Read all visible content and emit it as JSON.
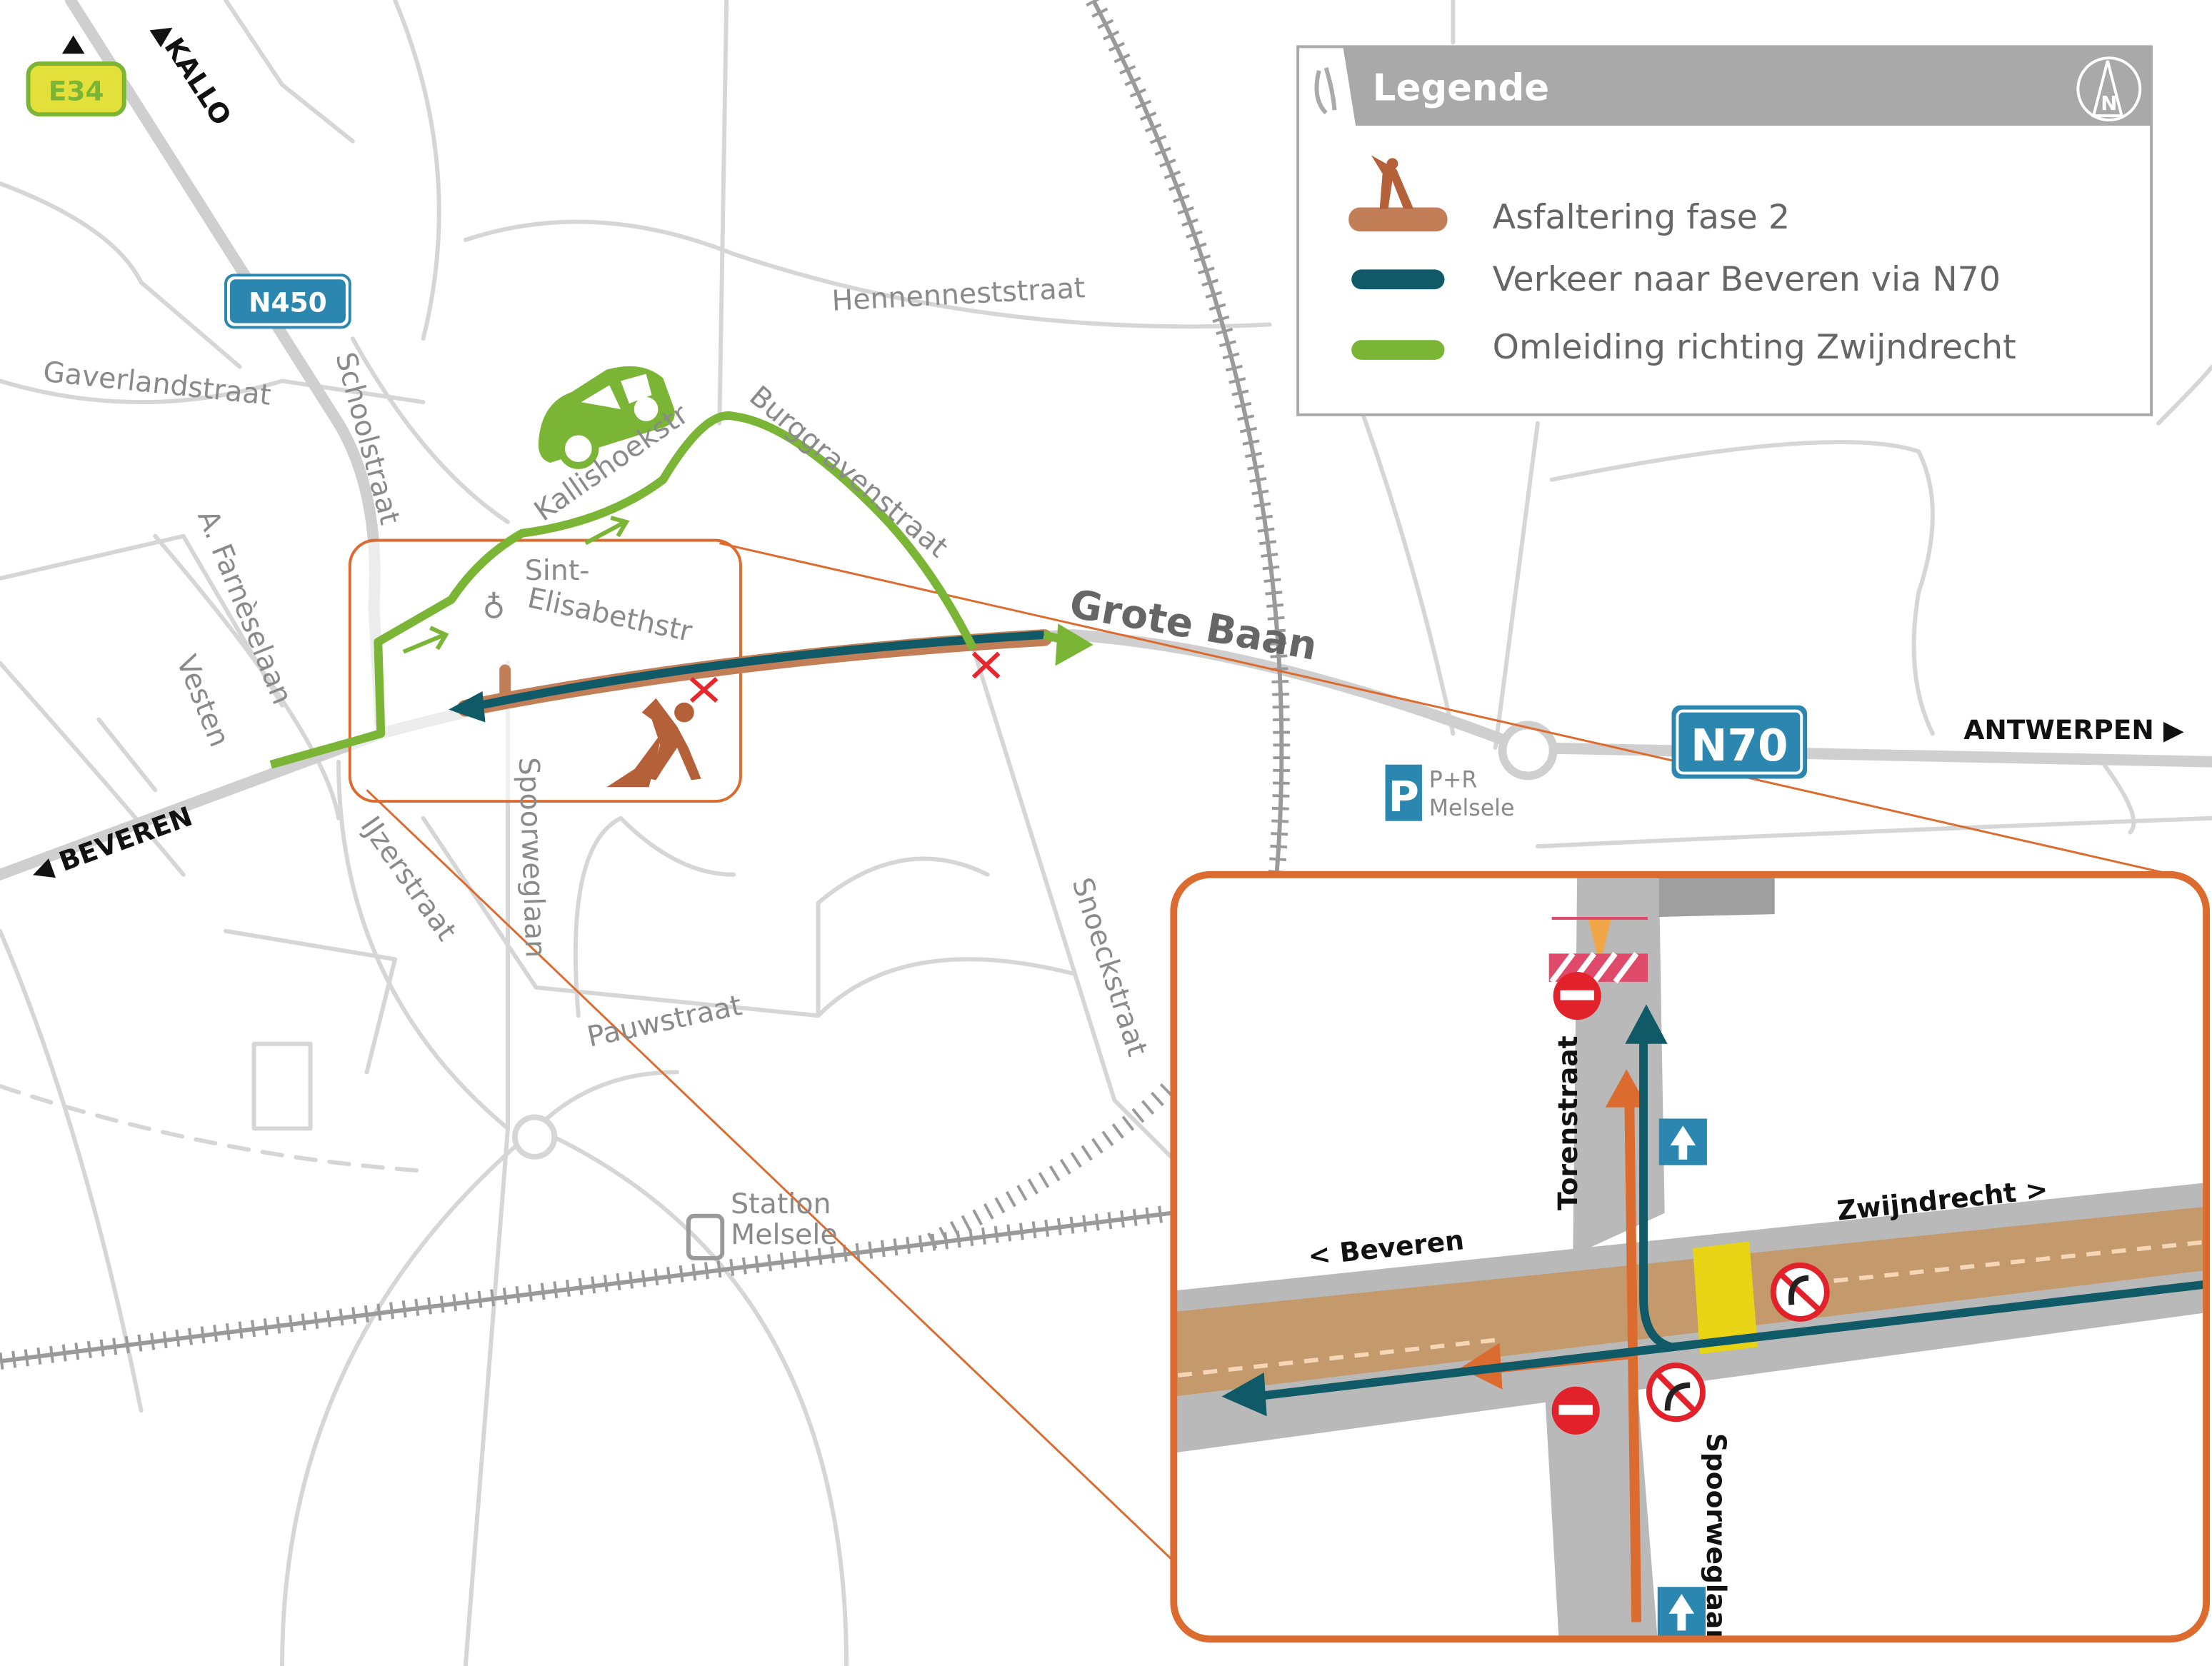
{
  "legend": {
    "title": "Legende",
    "north": "N",
    "items": [
      {
        "icon": "roadworks-icon",
        "label": "Asfaltering fase 2",
        "color": "#c27e56"
      },
      {
        "icon": "teal-line",
        "label": "Verkeer naar Beveren via N70",
        "color": "#0f5a66"
      },
      {
        "icon": "green-line",
        "label": "Omleiding richting Zwijndrecht",
        "color": "#7ab536"
      }
    ]
  },
  "map": {
    "shields": {
      "e34": "E34",
      "n450": "N450",
      "n70": "N70"
    },
    "directions": {
      "kallo": "KALLO",
      "beveren": "BEVEREN",
      "antwerpen": "ANTWERPEN"
    },
    "streets": {
      "gaverland": "Gaverlandstraat",
      "school": "Schoolstraat",
      "kallishoek": "Kallishoekstr",
      "burggraven": "Burggravenstraat",
      "hennennest": "Hennenneststraat",
      "farnese": "A. Farnèselaan",
      "vesten": "Vesten",
      "elisabeth1": "Sint-",
      "elisabeth2": "Elisabethstr",
      "grotebaan": "Grote Baan",
      "spoorweg": "Spoorweglaan",
      "ijzer": "IJzerstraat",
      "pauw": "Pauwstraat",
      "snoeck": "Snoeckstraat"
    },
    "station": {
      "line1": "Station",
      "line2": "Melsele"
    },
    "parking": {
      "symbol": "P",
      "line1": "P+R",
      "line2": "Melsele"
    }
  },
  "inset": {
    "torenstraat": "Torenstraat",
    "beveren": "< Beveren",
    "zwijndrecht": "Zwijndrecht >",
    "spoorweglaan": "Spoorweglaan"
  },
  "colors": {
    "orange": "#dc6b2f",
    "teal": "#0f5a66",
    "green": "#7ab536",
    "asphalt": "#c49a6c",
    "shield": "#2b87b0"
  }
}
